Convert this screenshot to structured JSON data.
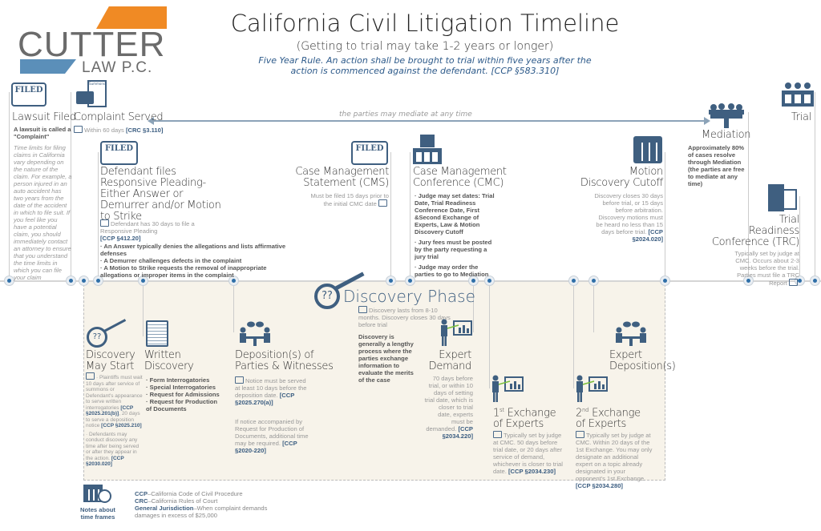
{
  "logo": {
    "name": "CUTTER",
    "sub": "LAW P.C.",
    "orange": "#f08a24",
    "blue": "#5b8fb9"
  },
  "header": {
    "title": "California Civil Litigation Timeline",
    "subtitle": "(Getting to trial may take 1-2 years or longer)",
    "rule_line1": "Five Year Rule. An action shall be brought to trial within five years after the",
    "rule_line2": "action is commenced against the defendant. [CCP §583.310]"
  },
  "mediate_arrow": "the parties may mediate at any time",
  "stamp": "FILED",
  "summons": "Summons",
  "steps": {
    "lawsuit": {
      "title": "Lawsuit Filed",
      "bold": "A lawsuit is called a \"Complaint\"",
      "text": "Time limits for filing claims in California vary depending on the nature of the claim. For example, a person injured in an auto accident has two years from the date of the accident in which to file suit. If you feel like you have a potential claim, you should immediately contact an attorney to ensure that you understand the time limits in which you can file your claim"
    },
    "complaint": {
      "title": "Complaint Served",
      "note": "Within 60 days",
      "cite": "[CRC §3.110]"
    },
    "defendant": {
      "title": "Defendant files Responsive Pleading-Either Answer or Demurrer and/or Motion to Strike",
      "note": "Defendant has 30 days to file a Responsive Pleading",
      "cite": "[CCP §412.20]",
      "bullets": [
        "An Answer typically denies the allegations and lists affirmative defenses",
        "A Demurrer challenges defects in the complaint",
        "A Motion to Strike requests the removal of inappropriate allegations or improper items in the complaint"
      ]
    },
    "cms": {
      "title1": "Case Management",
      "title2": "Statement (CMS)",
      "note": "Must be filed 15 days prior to the initial CMC date"
    },
    "cmc": {
      "title1": "Case Management",
      "title2": "Conference (CMC)",
      "bullets": [
        "Judge may set dates: Trial Date, Trial Readiness Conference Date, First &Second Exchange of Experts, Law & Motion Discovery Cutoff",
        "Jury fees must be posted by the party requesting a jury trial",
        "Judge may order the parties to go to Mediation"
      ]
    },
    "cutoff": {
      "title1": "Motion",
      "title2": "Discovery Cutoff",
      "note": "Discovery closes 30 days before trial, or 15 days before arbitration. Discovery motions must be heard no less than 15 days before trial.",
      "cite": "[CCP §2024.020]"
    },
    "mediation": {
      "title": "Mediation",
      "text": "Approximately 80% of cases resolve through Mediation (the parties are free to mediate at any time)"
    },
    "trial": {
      "title": "Trial"
    },
    "trc": {
      "title1": "Trial",
      "title2": "Readiness",
      "title3": "Conference (TRC)",
      "note": "Typically set by judge at CMC. Occurs about 2-3 weeks before the trial. Parties must file a TRC Report"
    }
  },
  "discovery": {
    "title": "Discovery Phase",
    "note": "Discovery lasts from 8-10 months. Discovery closes 30 days before trial",
    "bold": "Discovery is generally a lengthy process where the parties exchange information to evaluate the merits of the case",
    "may_start": {
      "title1": "Discovery",
      "title2": "May Start",
      "b1": "Plaintiffs must wait 10 days after service of summons or Defendant's appearance to serve written interrogatories",
      "c1": "[CCP §2025.201(b)]",
      "b1b": ", 20 days to serve a deposition notice",
      "c1b": "[CCP §2025.210]",
      "b2": "Defendants may conduct discovery any time after being served or after they appear in the action.",
      "c2": "[CCP §2030.020]"
    },
    "written": {
      "title1": "Written",
      "title2": "Discovery",
      "bullets": [
        "Form Interrogatories",
        "Special Interrogatories",
        "Request for Admissions",
        "Request for Production of Documents"
      ]
    },
    "depositions": {
      "title1": "Deposition(s) of",
      "title2": "Parties & Witnesses",
      "note": "Notice must be served at least 10 days before the deposition date.",
      "cite": "[CCP §2025.270(a)]",
      "note2": "If notice accompanied by Request for Production of Documents, additional time may be required.",
      "cite2": "[CCP §2020-220]"
    },
    "expert_demand": {
      "title1": "Expert",
      "title2": "Demand",
      "note": "70 days before trial, or within 10 days of setting trial date, which is closer to trial date, experts must be demanded.",
      "cite": "[CCP §2034.220]"
    },
    "first_exchange": {
      "sup": "st",
      "num": "1",
      "title1": " Exchange",
      "title2": "of Experts",
      "note": "Typically set by judge at CMC. 50 days before trial date, or 20 days after service of demand, whichever is closer to trial date.",
      "cite": "[CCP §2034.230]"
    },
    "second_exchange": {
      "sup": "nd",
      "num": "2",
      "title1": " Exchange",
      "title2": "of Experts",
      "note": "Typically set by judge at CMC. Within 20 days of the 1st Exchange. You may only designate an additional expert on a topic already designated in your opponent's 1st Exchange.",
      "cite": "[CCP §2034.280]"
    },
    "expert_depositions": {
      "title1": "Expert",
      "title2": "Deposition(s)"
    }
  },
  "notes": {
    "label1": "Notes about",
    "label2": "time frames",
    "defs": [
      {
        "term": "CCP",
        "desc": "–California Code of Civil Procedure"
      },
      {
        "term": "CRC",
        "desc": "–California Rules of Court"
      },
      {
        "term": "General Jurisdiction",
        "desc": "–When complaint demands damages in excess of $25,000"
      }
    ]
  }
}
